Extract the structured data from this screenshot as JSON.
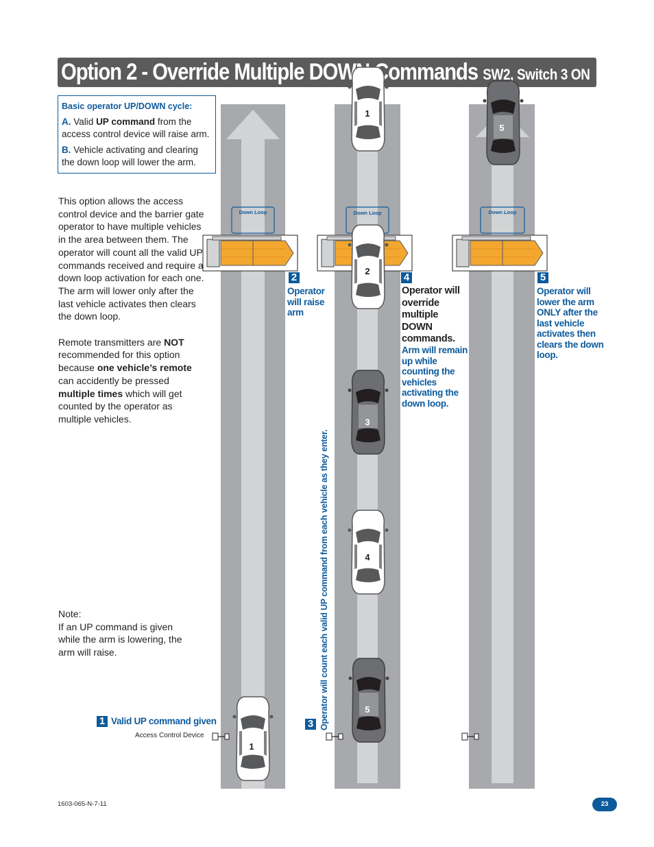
{
  "header": {
    "title_main": "Option 2 - Override Multiple DOWN Commands",
    "title_sub": "SW2, Switch 3 ON"
  },
  "basic_cycle": {
    "heading": "Basic operator UP/DOWN cycle:",
    "a_label": "A.",
    "a_pre": "Valid",
    "a_bold": "UP command",
    "a_post": "from the access control device will raise arm.",
    "b_label": "B.",
    "b_text": "Vehicle activating and clearing the down loop will lower the arm."
  },
  "description": {
    "para1": "This option allows the access control device and the barrier gate operator to have multiple vehicles in the area between them. The operator will count all the valid UP commands received and require a down loop activation for each one. The arm will lower only after the last vehicle activates then clears the down loop.",
    "p2_a": "Remote transmitters are",
    "p2_b": "NOT",
    "p2_c": "recommended for this option because",
    "p2_d": "one vehicle’s remote",
    "p2_e": "can accidently be pressed",
    "p2_f": "multiple times",
    "p2_g": "which will get counted by the operator as multiple vehicles."
  },
  "note": {
    "label": "Note:",
    "text": "If an UP command is given while the arm is lowering, the arm will raise."
  },
  "loop_label": "Down Loop",
  "steps": {
    "s1": {
      "num": "1",
      "label": "Valid UP command given",
      "device": "Access Control Device"
    },
    "s2": {
      "num": "2",
      "text": "Operator will raise arm"
    },
    "s3": {
      "num": "3",
      "text": "Operator will count each valid UP command from each vehicle as they enter."
    },
    "s4": {
      "num": "4",
      "text_black": "Operator will override multiple DOWN commands.",
      "text_blue": "Arm will remain up while counting the vehicles activating the down loop."
    },
    "s5": {
      "num": "5",
      "text": "Operator will lower the arm ONLY after the last vehicle activates then clears the down loop."
    }
  },
  "vehicles": {
    "lane1": [
      "1"
    ],
    "lane2": [
      "1",
      "2",
      "3",
      "4",
      "5"
    ],
    "lane3": [
      "5"
    ]
  },
  "footer": {
    "code": "1603-065-N-7-11",
    "page": "23"
  },
  "colors": {
    "accent": "#0c5a9c",
    "title_bg": "#5b5b5b",
    "road": "#a7a9ac",
    "arm": "#f3a72f"
  }
}
